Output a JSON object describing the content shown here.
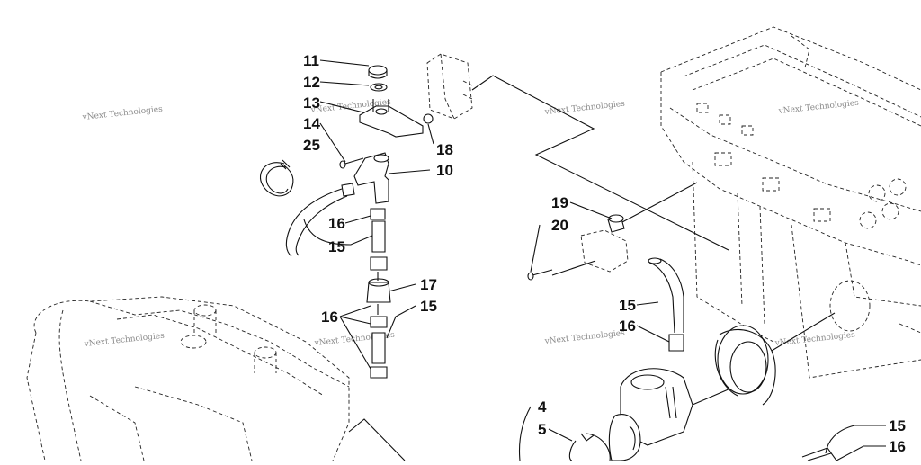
{
  "diagram": {
    "watermark_text": "vNext Technologies",
    "callouts": {
      "c11": "11",
      "c12": "12",
      "c13": "13",
      "c14": "14",
      "c25": "25",
      "c18": "18",
      "c10": "10",
      "c16a": "16",
      "c15a": "15",
      "c17": "17",
      "c16b": "16",
      "c15b": "15",
      "c19": "19",
      "c20": "20",
      "c15c": "15",
      "c16c": "16",
      "c4": "4",
      "c5": "5",
      "c15d": "15",
      "c16d": "16"
    }
  }
}
